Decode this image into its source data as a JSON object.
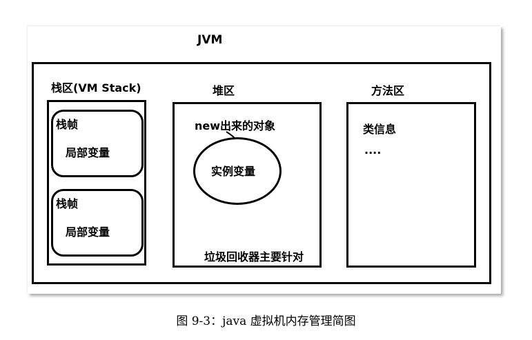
{
  "jvm": {
    "title": "JVM",
    "stack": {
      "label": "栈区(VM Stack)",
      "frames": [
        {
          "title": "栈帧",
          "variable": "局部变量"
        },
        {
          "title": "栈帧",
          "variable": "局部变量"
        }
      ]
    },
    "heap": {
      "label": "堆区",
      "object_label": "new出来的对象",
      "instance_variable": "实例变量",
      "gc_note": "垃圾回收器主要针对"
    },
    "method_area": {
      "label": "方法区",
      "class_info": "类信息",
      "more": "...."
    }
  },
  "caption": "图 9-3：java 虚拟机内存管理简图"
}
